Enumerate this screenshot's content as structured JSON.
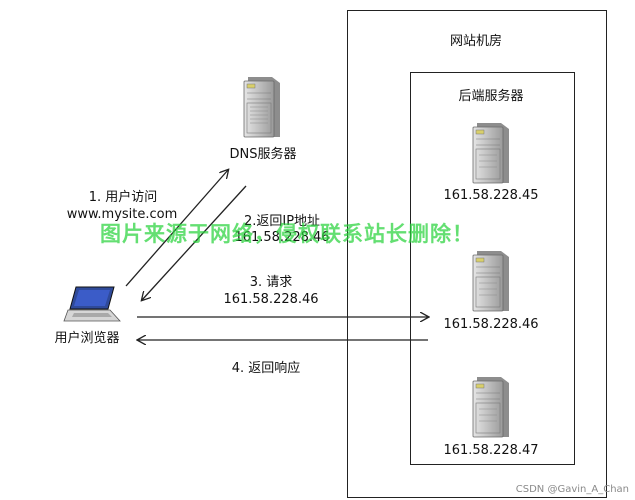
{
  "diagram": {
    "machine_room_label": "网站机房",
    "backend_label": "后端服务器",
    "dns_label": "DNS服务器",
    "browser_label": "用户浏览器",
    "servers": [
      {
        "ip": "161.58.228.45"
      },
      {
        "ip": "161.58.228.46"
      },
      {
        "ip": "161.58.228.47"
      }
    ],
    "steps": [
      {
        "title": "1. 用户访问",
        "detail": "www.mysite.com"
      },
      {
        "title": "2.返回IP地址",
        "detail": "161.58.228.46"
      },
      {
        "title": "3. 请求",
        "detail": "161.58.228.46"
      },
      {
        "title": "4. 返回响应"
      }
    ]
  },
  "overlay": {
    "watermark": "图片来源于网络，侵权联系站长删除！",
    "credit": "CSDN @Gavin_A_Chan"
  },
  "colors": {
    "line": "#222222",
    "watermark": "#28d23c",
    "server_body": "#c9c9c9"
  }
}
